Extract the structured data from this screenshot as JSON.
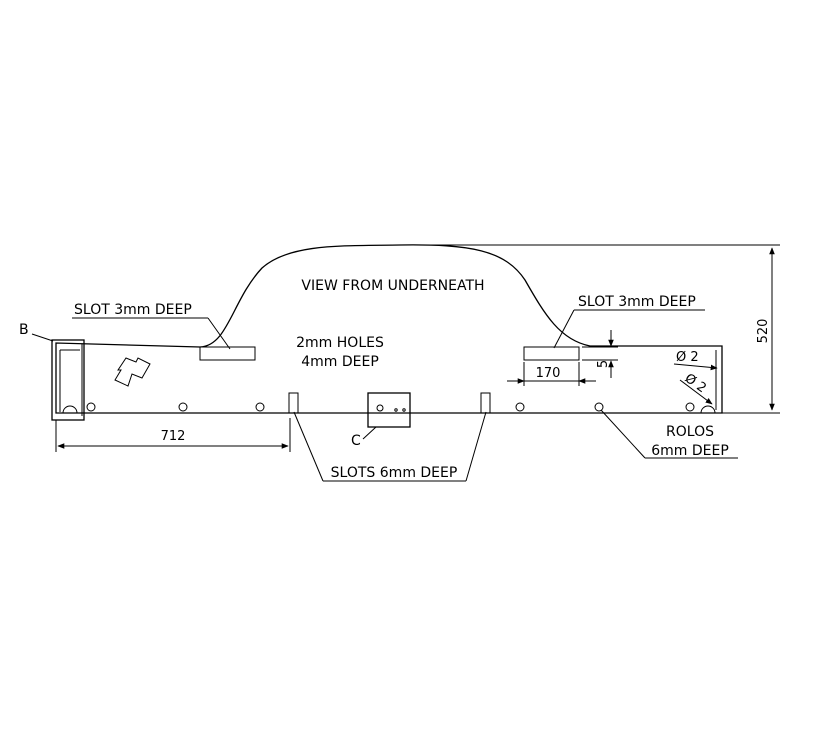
{
  "drawing": {
    "title": "VIEW FROM UNDERNEATH",
    "labels": {
      "slot_left": "SLOT 3mm DEEP",
      "slot_right": "SLOT 3mm DEEP",
      "holes_line1": "2mm HOLES",
      "holes_line2": "4mm DEEP",
      "slots_bottom": "SLOTS 6mm DEEP",
      "rolos_line1": "ROLOS",
      "rolos_line2": "6mm DEEP",
      "detail_b": "B",
      "detail_c": "C"
    },
    "dimensions": {
      "length_712": "712",
      "height_520": "520",
      "width_170": "170",
      "depth_5": "5",
      "dia_a": "Ø 2",
      "dia_b": "Ø 2"
    }
  }
}
